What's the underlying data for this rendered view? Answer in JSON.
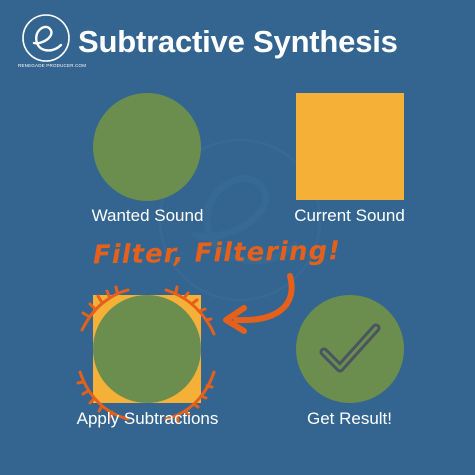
{
  "header": {
    "title": "Subtractive Synthesis",
    "logo_text": "RENEGADE PRODUCER.COM"
  },
  "panels": [
    {
      "label": "Wanted Sound",
      "shape": "circle"
    },
    {
      "label": "Current Sound",
      "shape": "square"
    },
    {
      "label": "Apply Subtractions",
      "shape": "circle-over-square-with-cuts"
    },
    {
      "label": "Get Result!",
      "shape": "circle-with-check-icon"
    }
  ],
  "annotation": {
    "text": "Filter, Filtering!"
  },
  "colors": {
    "background": "#336590",
    "green": "#6b8e4e",
    "orange_square": "#f5b038",
    "accent_orange": "#e5611b",
    "text": "#ffffff",
    "check": "#4a5560"
  },
  "icons": {
    "logo": "logo-icon",
    "arrow": "curved-arrow-icon",
    "cuts": "cut-marks-icon",
    "check": "check-icon"
  }
}
